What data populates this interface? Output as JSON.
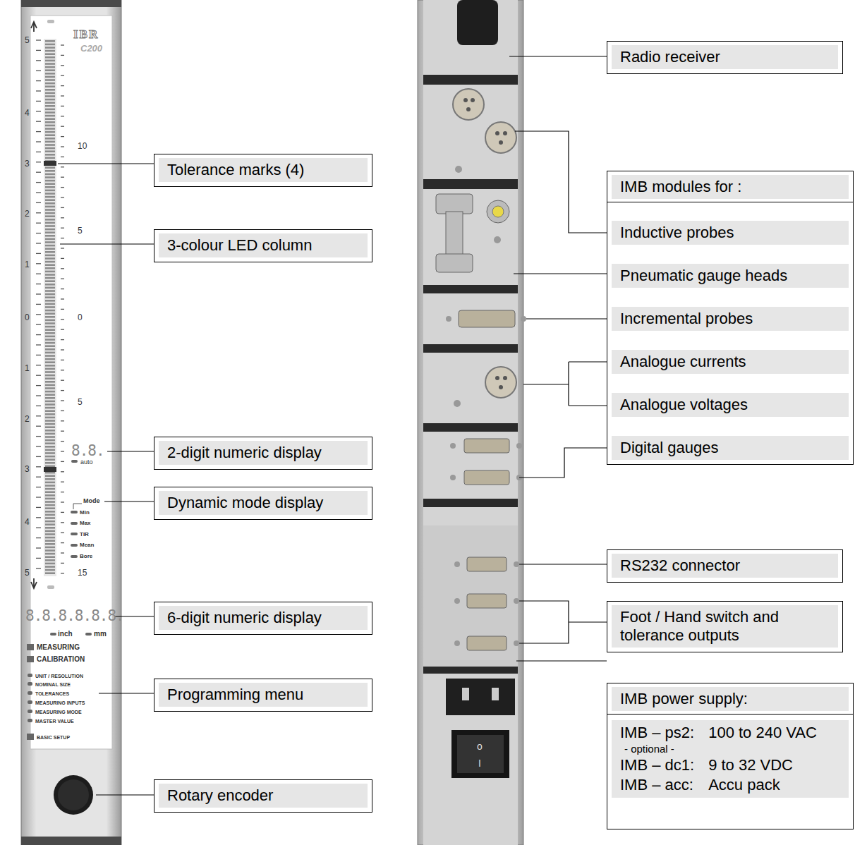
{
  "diagram": {
    "nodes": [
      {
        "text": [
          "Tolerance marks (4)"
        ]
      },
      {
        "text": [
          "3-colour LED column"
        ]
      },
      {
        "text": [
          "2-digit numeric display"
        ]
      },
      {
        "text": [
          "Dynamic mode display"
        ]
      },
      {
        "text": [
          "6-digit numeric display"
        ]
      },
      {
        "text": [
          "Programming menu"
        ]
      },
      {
        "text": [
          "Rotary encoder"
        ]
      },
      {
        "text": [
          "Radio receiver"
        ]
      },
      {
        "text": [
          "IMB modules for :",
          "Inductive probes",
          "Pneumatic gauge heads",
          "Incremental probes",
          "Analogue currents",
          "Analogue voltages",
          "Digital gauges"
        ]
      },
      {
        "text": [
          "RS232 connector"
        ]
      },
      {
        "text": [
          "Foot / Hand switch and tolerance outputs"
        ]
      },
      {
        "text": [
          "IMB power supply:",
          "IMB – ps2:",
          "100 to 240 VAC",
          "- optional -",
          "IMB – dc1:",
          "9 to 32 VDC",
          "IMB – acc:",
          "Accu pack"
        ]
      }
    ],
    "labels": [
      "IBR",
      "C200",
      "5",
      "4",
      "3",
      "2",
      "1",
      "0",
      "1",
      "2",
      "3",
      "4",
      "5",
      "10",
      "5",
      "0",
      "5",
      "15",
      "8.8.",
      "auto",
      "Mode",
      "Min",
      "Max",
      "TIR",
      "Mean",
      "Bore",
      "8.8.8.8.8.8.",
      "inch",
      "mm",
      "MEASURING",
      "CALIBRATION",
      "UNIT / RESOLUTION",
      "NOMINAL SIZE",
      "TOLERANCES",
      "MEASURING INPUTS",
      "MEASURING MODE",
      "MASTER VALUE",
      "BASIC SETUP",
      "o",
      "I"
    ]
  }
}
